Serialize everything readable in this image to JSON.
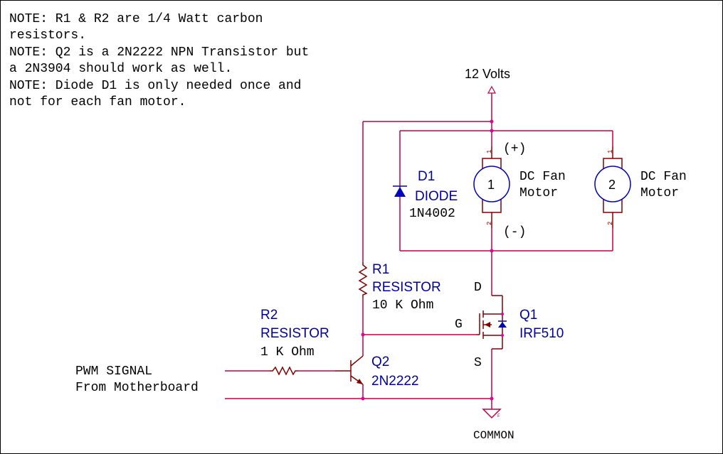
{
  "notes": [
    "NOTE: R1 & R2 are 1/4 Watt carbon",
    "resistors.",
    "NOTE: Q2 is a 2N2222 NPN Transistor but",
    "a 2N3904 should work as well.",
    "NOTE: Diode D1 is only needed once and",
    "not for each fan motor."
  ],
  "power": {
    "label": "12 Volts"
  },
  "ground": {
    "label": "COMMON",
    "pin_mark": "F"
  },
  "d1": {
    "ref": "D1",
    "name": "DIODE",
    "value": "1N4002"
  },
  "motor1": {
    "number": "1",
    "line1": "DC Fan",
    "line2": "Motor",
    "plus": "(+)",
    "minus": "(-)",
    "pin1": "1",
    "pin2": "2"
  },
  "motor2": {
    "number": "2",
    "line1": "DC Fan",
    "line2": "Motor",
    "pin1": "1",
    "pin2": "2"
  },
  "r1": {
    "ref": "R1",
    "name": "RESISTOR",
    "value": "10 K Ohm"
  },
  "r2": {
    "ref": "R2",
    "name": "RESISTOR",
    "value": "1 K Ohm"
  },
  "q1": {
    "ref": "Q1",
    "value": "IRF510",
    "drain": "D",
    "gate": "G",
    "source": "S"
  },
  "q2": {
    "ref": "Q2",
    "value": "2N2222"
  },
  "pwm": {
    "line1": "PWM SIGNAL",
    "line2": "From Motherboard"
  },
  "colors": {
    "wire": "#c00040",
    "component": "#800000",
    "label_blue": "#0000a0",
    "junction": "#e000a0"
  }
}
